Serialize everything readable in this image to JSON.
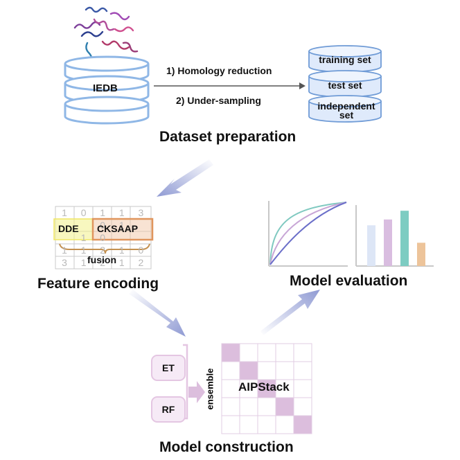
{
  "dataset": {
    "source_label": "IEDB",
    "steps": [
      "1) Homology reduction",
      "2) Under-sampling"
    ],
    "sets": [
      "training set",
      "test set",
      "independent set"
    ],
    "title": "Dataset preparation"
  },
  "feature": {
    "title": "Feature encoding",
    "dde_label": "DDE",
    "cksaap_label": "CKSAAP",
    "fusion_label": "fusion",
    "grid_digits": [
      [
        "1",
        "0",
        "1",
        "1",
        "3"
      ],
      [
        "",
        "",
        "0",
        "1",
        ""
      ],
      [
        "",
        "1",
        "0",
        "",
        ""
      ],
      [
        "1",
        "1",
        "2",
        "1",
        "0"
      ],
      [
        "3",
        "1",
        "2",
        "1",
        "2"
      ]
    ]
  },
  "model": {
    "title": "Model construction",
    "classifiers": [
      "ET",
      "RF"
    ],
    "ensemble_label": "ensemble",
    "stack_label": "AIPStack"
  },
  "evaluation": {
    "title": "Model evaluation",
    "curve_colors": [
      "#7fc9c0",
      "#c8a6d6",
      "#6b6fc9"
    ],
    "bar_colors": [
      "#dde6f6",
      "#d9bde0",
      "#7dccc2",
      "#edc49a"
    ],
    "bar_values": [
      0.7,
      0.8,
      0.95,
      0.4
    ]
  },
  "colors": {
    "cylinder_blue": "#8fb7e6",
    "set_disk_blue": "#dfeafb",
    "arrow": "#9aa5d8",
    "heatmap": "#dcbedd",
    "dde_highlight": "#f3f08a",
    "cksaap_highlight": "#e6a26b"
  }
}
